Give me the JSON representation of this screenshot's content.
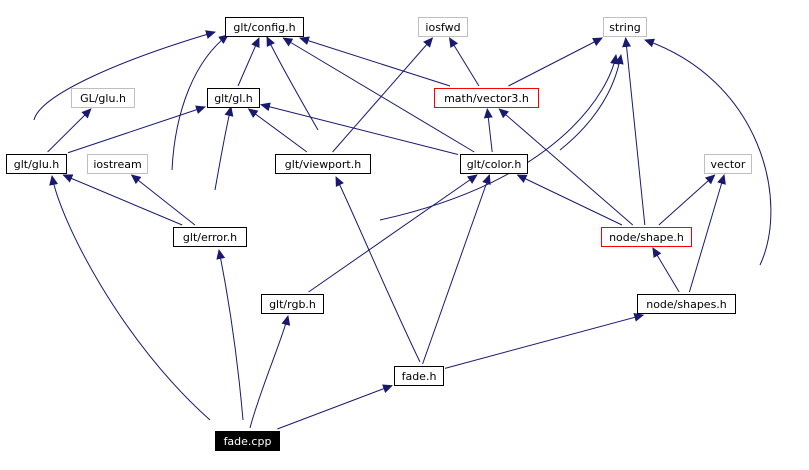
{
  "graph": {
    "nodes": [
      {
        "id": "glt_config",
        "label": "glt/config.h",
        "style": "normal"
      },
      {
        "id": "iosfwd",
        "label": "iosfwd",
        "style": "external"
      },
      {
        "id": "string",
        "label": "string",
        "style": "external"
      },
      {
        "id": "gl_glu",
        "label": "GL/glu.h",
        "style": "external"
      },
      {
        "id": "glt_gl",
        "label": "glt/gl.h",
        "style": "normal"
      },
      {
        "id": "math_vector3",
        "label": "math/vector3.h",
        "style": "incomplete"
      },
      {
        "id": "glt_glu",
        "label": "glt/glu.h",
        "style": "normal"
      },
      {
        "id": "iostream",
        "label": "iostream",
        "style": "external"
      },
      {
        "id": "glt_viewport",
        "label": "glt/viewport.h",
        "style": "normal"
      },
      {
        "id": "glt_color",
        "label": "glt/color.h",
        "style": "normal"
      },
      {
        "id": "vector",
        "label": "vector",
        "style": "external"
      },
      {
        "id": "glt_error",
        "label": "glt/error.h",
        "style": "normal"
      },
      {
        "id": "node_shape",
        "label": "node/shape.h",
        "style": "incomplete"
      },
      {
        "id": "glt_rgb",
        "label": "glt/rgb.h",
        "style": "normal"
      },
      {
        "id": "node_shapes",
        "label": "node/shapes.h",
        "style": "normal"
      },
      {
        "id": "fade_h",
        "label": "fade.h",
        "style": "normal"
      },
      {
        "id": "fade_cpp",
        "label": "fade.cpp",
        "style": "root"
      }
    ],
    "edges": [
      [
        "fade_cpp",
        "glt_glu"
      ],
      [
        "fade_cpp",
        "glt_error"
      ],
      [
        "fade_cpp",
        "glt_rgb"
      ],
      [
        "fade_cpp",
        "fade_h"
      ],
      [
        "fade_h",
        "glt_viewport"
      ],
      [
        "fade_h",
        "glt_color"
      ],
      [
        "fade_h",
        "node_shapes"
      ],
      [
        "node_shapes",
        "node_shape"
      ],
      [
        "node_shapes",
        "vector"
      ],
      [
        "node_shapes",
        "string"
      ],
      [
        "node_shape",
        "glt_color"
      ],
      [
        "node_shape",
        "math_vector3"
      ],
      [
        "node_shape",
        "vector"
      ],
      [
        "node_shape",
        "string"
      ],
      [
        "glt_rgb",
        "glt_color"
      ],
      [
        "glt_error",
        "glt_glu"
      ],
      [
        "glt_error",
        "iostream"
      ],
      [
        "glt_error",
        "glt_gl"
      ],
      [
        "glt_error",
        "glt_config"
      ],
      [
        "glt_error",
        "string"
      ],
      [
        "glt_color",
        "glt_config"
      ],
      [
        "glt_color",
        "glt_gl"
      ],
      [
        "glt_color",
        "math_vector3"
      ],
      [
        "glt_color",
        "string"
      ],
      [
        "glt_viewport",
        "glt_config"
      ],
      [
        "glt_viewport",
        "glt_gl"
      ],
      [
        "glt_viewport",
        "iosfwd"
      ],
      [
        "glt_glu",
        "glt_config"
      ],
      [
        "glt_glu",
        "gl_glu"
      ],
      [
        "glt_glu",
        "glt_gl"
      ],
      [
        "glt_gl",
        "glt_config"
      ],
      [
        "math_vector3",
        "glt_config"
      ],
      [
        "math_vector3",
        "iosfwd"
      ],
      [
        "math_vector3",
        "string"
      ]
    ],
    "colors": {
      "edge": "#191970",
      "normal_border": "#000000",
      "external_border": "#bfbfbf",
      "incomplete_border": "#ff0000",
      "root_fill": "#000000",
      "root_text": "#ffffff",
      "text": "#000000",
      "background": "#ffffff"
    }
  }
}
